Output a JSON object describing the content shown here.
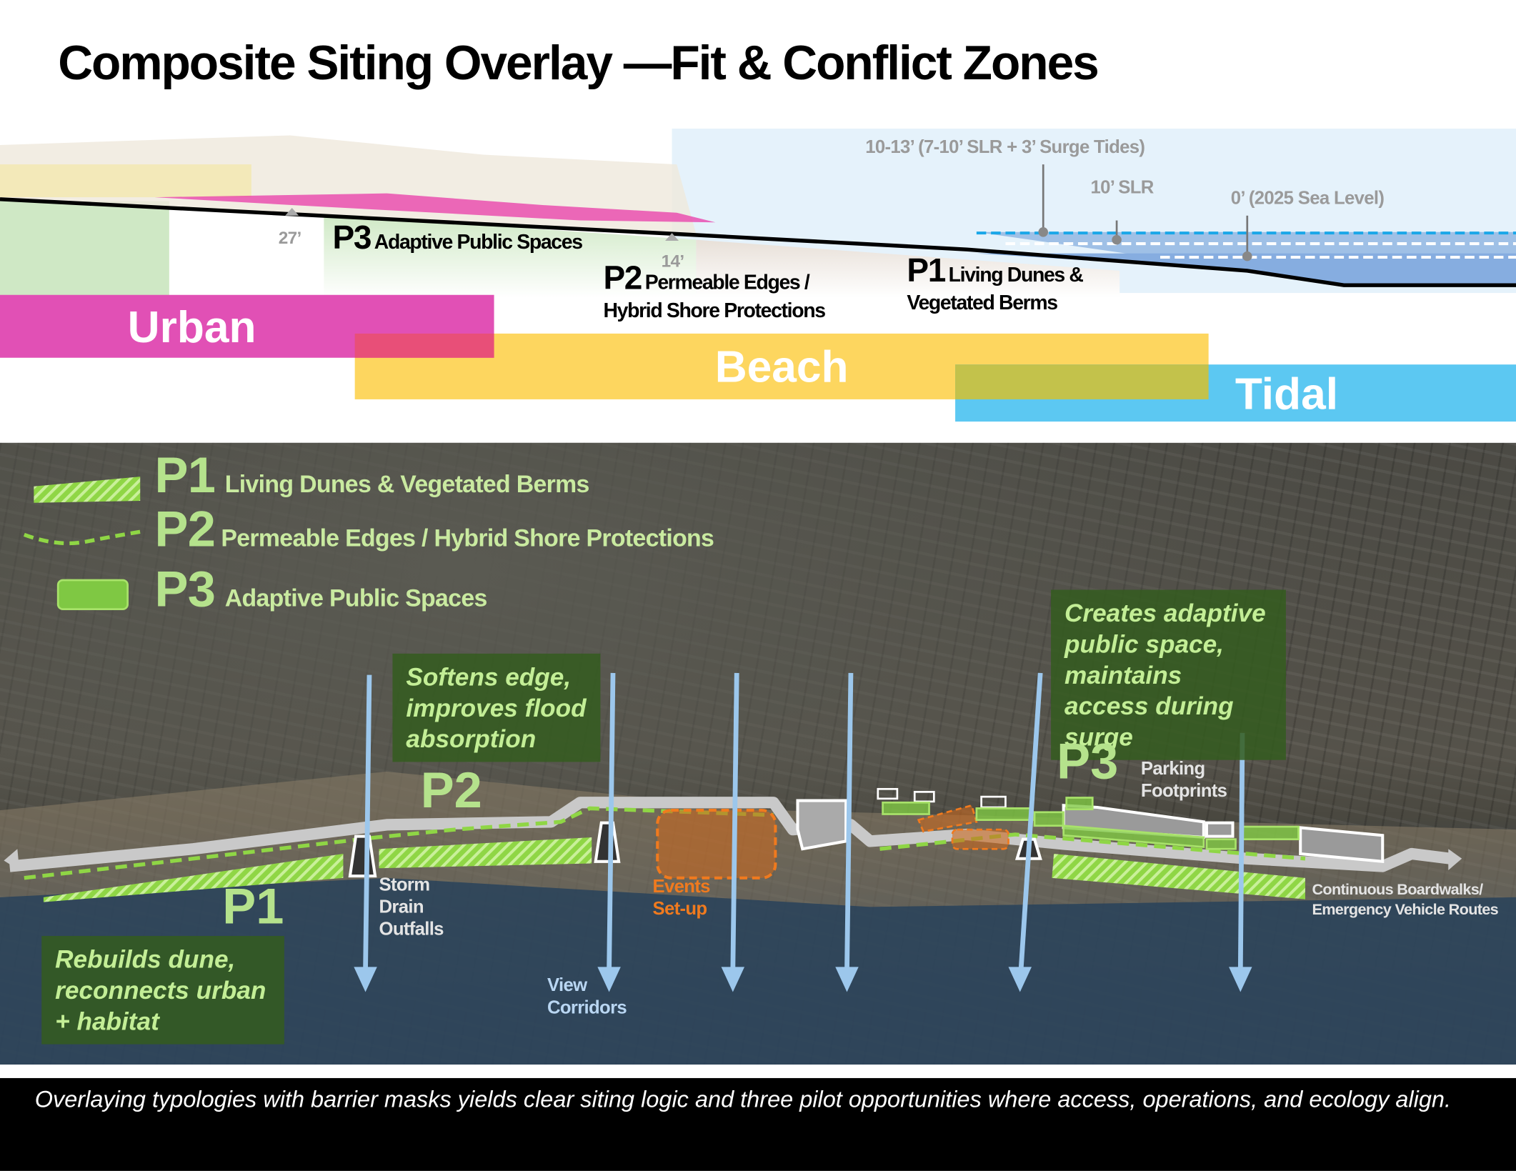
{
  "title": "Composite Siting Overlay —Fit & Conflict Zones",
  "section": {
    "levels": {
      "surge": "10-13’ (7-10’ SLR + 3’ Surge Tides)",
      "slr": "10’ SLR",
      "sea": "0’ (2025 Sea Level)"
    },
    "elev_27": "27’",
    "elev_14": "14’",
    "p3": {
      "code": "P3",
      "label": "Adaptive Public Spaces"
    },
    "p2": {
      "code": "P2",
      "label1": "Permeable Edges /",
      "label2": "Hybrid Shore Protections"
    },
    "p1": {
      "code": "P1",
      "label1": "Living Dunes &",
      "label2": "Vegetated Berms"
    },
    "bands": {
      "urban": "Urban",
      "beach": "Beach",
      "tidal": "Tidal"
    },
    "colors": {
      "urban": "#e150b5",
      "beach": "#fdd65f",
      "tidal": "#5cc8f2"
    }
  },
  "legend": [
    {
      "code": "P1",
      "label": "Living Dunes & Vegetated Berms"
    },
    {
      "code": "P2",
      "label": "Permeable Edges / Hybrid Shore Protections"
    },
    {
      "code": "P3",
      "label": "Adaptive Public Spaces"
    }
  ],
  "map": {
    "callouts": {
      "p2": "Softens edge, improves flood absorption",
      "p3": "Creates adaptive public space, maintains access during surge",
      "p1": "Rebuilds dune, reconnects urban + habitat"
    },
    "markers": {
      "p1": "P1",
      "p2": "P2",
      "p3": "P3"
    },
    "labels": {
      "storm1": "Storm",
      "storm2": "Drain",
      "storm3": "Outfalls",
      "view1": "View",
      "view2": "Corridors",
      "events1": "Events",
      "events2": "Set-up",
      "parking1": "Parking",
      "parking2": "Footprints",
      "board1": "Continuous Boardwalks/",
      "board2": "Emergency Vehicle Routes"
    }
  },
  "caption": "Overlaying typologies with barrier masks yields clear siting logic and three pilot opportunities where access, operations, and ecology align."
}
